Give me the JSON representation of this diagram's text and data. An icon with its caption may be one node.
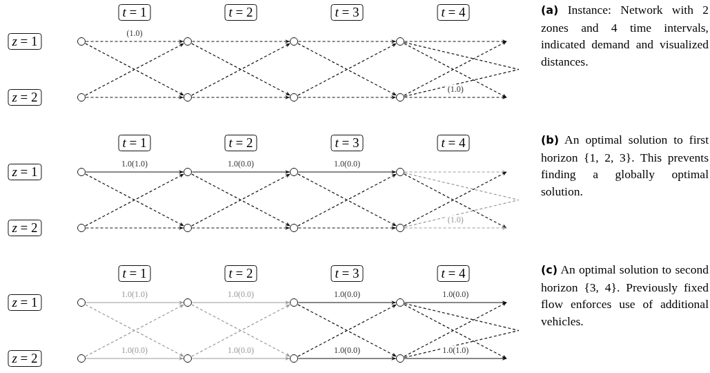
{
  "diagram": {
    "nodes": [
      {
        "text": [
          "*t* = 1"
        ]
      },
      {
        "text": [
          "*t* = 2"
        ]
      },
      {
        "text": [
          "*t* = 3"
        ]
      },
      {
        "text": [
          "*t* = 4"
        ]
      },
      {
        "text": [
          "*z* = 1"
        ]
      },
      {
        "text": [
          "*z* = 2"
        ]
      },
      {
        "text": [],
        "shape": "circle"
      },
      {
        "text": [],
        "shape": "circle"
      },
      {
        "text": [],
        "shape": "circle"
      },
      {
        "text": [],
        "shape": "circle"
      },
      {
        "text": [],
        "shape": "circle"
      },
      {
        "text": [],
        "shape": "circle"
      },
      {
        "text": [],
        "shape": "circle"
      },
      {
        "text": [],
        "shape": "circle"
      },
      {
        "text": [
          "*t* = 1"
        ]
      },
      {
        "text": [
          "*t* = 2"
        ]
      },
      {
        "text": [
          "*t* = 3"
        ]
      },
      {
        "text": [
          "*t* = 4"
        ]
      },
      {
        "text": [
          "*z* = 1"
        ]
      },
      {
        "text": [
          "*z* = 2"
        ]
      },
      {
        "text": [],
        "shape": "circle"
      },
      {
        "text": [],
        "shape": "circle"
      },
      {
        "text": [],
        "shape": "circle"
      },
      {
        "text": [],
        "shape": "circle"
      },
      {
        "text": [],
        "shape": "circle"
      },
      {
        "text": [],
        "shape": "circle"
      },
      {
        "text": [],
        "shape": "circle"
      },
      {
        "text": [],
        "shape": "circle"
      },
      {
        "text": [
          "*t* = 1"
        ]
      },
      {
        "text": [
          "*t* = 2"
        ]
      },
      {
        "text": [
          "*t* = 3"
        ]
      },
      {
        "text": [
          "*t* = 4"
        ]
      },
      {
        "text": [
          "*z* = 1"
        ]
      },
      {
        "text": [
          "*z* = 2"
        ]
      },
      {
        "text": [],
        "shape": "circle"
      },
      {
        "text": [],
        "shape": "circle"
      },
      {
        "text": [],
        "shape": "circle"
      },
      {
        "text": [],
        "shape": "circle"
      },
      {
        "text": [],
        "shape": "circle"
      },
      {
        "text": [],
        "shape": "circle"
      },
      {
        "text": [],
        "shape": "circle"
      },
      {
        "text": [],
        "shape": "circle"
      }
    ],
    "edges": [
      {
        "from": 6,
        "to": 7,
        "arrow": "to",
        "style": "dashed",
        "label": "(1.0)"
      },
      {
        "from": 6,
        "to": 11,
        "arrow": "to",
        "style": "dashed"
      },
      {
        "from": 10,
        "to": 7,
        "arrow": "to",
        "style": "dashed"
      },
      {
        "from": 10,
        "to": 11,
        "arrow": "to",
        "style": "dashed"
      },
      {
        "from": 7,
        "to": 8,
        "arrow": "to",
        "style": "dashed"
      },
      {
        "from": 7,
        "to": 12,
        "arrow": "to",
        "style": "dashed"
      },
      {
        "from": 11,
        "to": 8,
        "arrow": "to",
        "style": "dashed"
      },
      {
        "from": 11,
        "to": 12,
        "arrow": "to",
        "style": "dashed"
      },
      {
        "from": 8,
        "to": 9,
        "arrow": "to",
        "style": "dashed"
      },
      {
        "from": 8,
        "to": 13,
        "arrow": "to",
        "style": "dashed"
      },
      {
        "from": 12,
        "to": 9,
        "arrow": "to",
        "style": "dashed"
      },
      {
        "from": 12,
        "to": 13,
        "arrow": "to",
        "style": "dashed"
      },
      {
        "from": 9,
        "to": null,
        "arrow": "to",
        "style": "dashed"
      },
      {
        "from": 9,
        "to": null,
        "arrow": "to",
        "style": "dashed"
      },
      {
        "from": 9,
        "to": null,
        "arrow": "none",
        "style": "dashed"
      },
      {
        "from": 13,
        "to": null,
        "arrow": "to",
        "style": "dashed"
      },
      {
        "from": 13,
        "to": null,
        "arrow": "none",
        "style": "dashed"
      },
      {
        "from": 13,
        "to": null,
        "arrow": "to",
        "style": "dashed",
        "label": "(1.0)"
      },
      {
        "from": 20,
        "to": 21,
        "arrow": "to",
        "label": "1.0(1.0)"
      },
      {
        "from": 20,
        "to": 25,
        "arrow": "to",
        "style": "dashed"
      },
      {
        "from": 24,
        "to": 21,
        "arrow": "to",
        "style": "dashed"
      },
      {
        "from": 24,
        "to": 25,
        "arrow": "to",
        "style": "dashed"
      },
      {
        "from": 21,
        "to": 22,
        "arrow": "to",
        "label": "1.0(0.0)"
      },
      {
        "from": 21,
        "to": 26,
        "arrow": "to",
        "style": "dashed"
      },
      {
        "from": 25,
        "to": 22,
        "arrow": "to",
        "style": "dashed"
      },
      {
        "from": 25,
        "to": 26,
        "arrow": "to",
        "style": "dashed"
      },
      {
        "from": 22,
        "to": 23,
        "arrow": "to",
        "label": "1.0(0.0)"
      },
      {
        "from": 22,
        "to": 27,
        "arrow": "to",
        "style": "dashed"
      },
      {
        "from": 26,
        "to": 23,
        "arrow": "to",
        "style": "dashed"
      },
      {
        "from": 26,
        "to": 27,
        "arrow": "to",
        "style": "dashed"
      },
      {
        "from": 23,
        "to": null,
        "arrow": "to",
        "style": "dashed",
        "color": "#999999"
      },
      {
        "from": 23,
        "to": null,
        "arrow": "to",
        "style": "dashed"
      },
      {
        "from": 23,
        "to": null,
        "arrow": "none",
        "style": "dashed",
        "color": "#999999"
      },
      {
        "from": 27,
        "to": null,
        "arrow": "to",
        "style": "dashed"
      },
      {
        "from": 27,
        "to": null,
        "arrow": "none",
        "style": "dashed",
        "color": "#999999"
      },
      {
        "from": 27,
        "to": null,
        "arrow": "to",
        "style": "dashed",
        "color": "#999999",
        "label": "(1.0)"
      },
      {
        "from": 34,
        "to": 35,
        "arrow": "to",
        "color": "#999999",
        "label": "1.0(1.0)"
      },
      {
        "from": 34,
        "to": 39,
        "arrow": "to",
        "style": "dashed",
        "color": "#999999"
      },
      {
        "from": 38,
        "to": 35,
        "arrow": "to",
        "style": "dashed",
        "color": "#999999"
      },
      {
        "from": 38,
        "to": 39,
        "arrow": "to",
        "color": "#999999",
        "label": "1.0(0.0)"
      },
      {
        "from": 35,
        "to": 36,
        "arrow": "to",
        "color": "#999999",
        "label": "1.0(0.0)"
      },
      {
        "from": 35,
        "to": 40,
        "arrow": "to",
        "style": "dashed",
        "color": "#999999"
      },
      {
        "from": 39,
        "to": 36,
        "arrow": "to",
        "style": "dashed",
        "color": "#999999"
      },
      {
        "from": 39,
        "to": 40,
        "arrow": "to",
        "color": "#999999",
        "label": "1.0(0.0)"
      },
      {
        "from": 36,
        "to": 37,
        "arrow": "to",
        "label": "1.0(0.0)"
      },
      {
        "from": 36,
        "to": 41,
        "arrow": "to",
        "style": "dashed"
      },
      {
        "from": 40,
        "to": 37,
        "arrow": "to",
        "style": "dashed"
      },
      {
        "from": 40,
        "to": 41,
        "arrow": "to",
        "label": "1.0(0.0)"
      },
      {
        "from": 37,
        "to": null,
        "arrow": "to",
        "label": "1.0(0.0)"
      },
      {
        "from": 37,
        "to": null,
        "arrow": "to",
        "style": "dashed"
      },
      {
        "from": 37,
        "to": null,
        "arrow": "none",
        "style": "dashed"
      },
      {
        "from": 41,
        "to": null,
        "arrow": "to",
        "style": "dashed"
      },
      {
        "from": 41,
        "to": null,
        "arrow": "none",
        "style": "dashed"
      },
      {
        "from": 41,
        "to": null,
        "arrow": "to",
        "label": "1.0(1.0)"
      }
    ],
    "labels": [
      "**(a)** Instance: Network with 2 zones and 4 time intervals, indicated demand and visualized distances.",
      "**(b)** An optimal solution to first horizon {1, 2, 3}. This prevents finding a globally optimal solution.",
      "**(c)** An optimal solution to second horizon {3, 4}. Previously fixed flow enforces use of additional vehicles."
    ]
  }
}
